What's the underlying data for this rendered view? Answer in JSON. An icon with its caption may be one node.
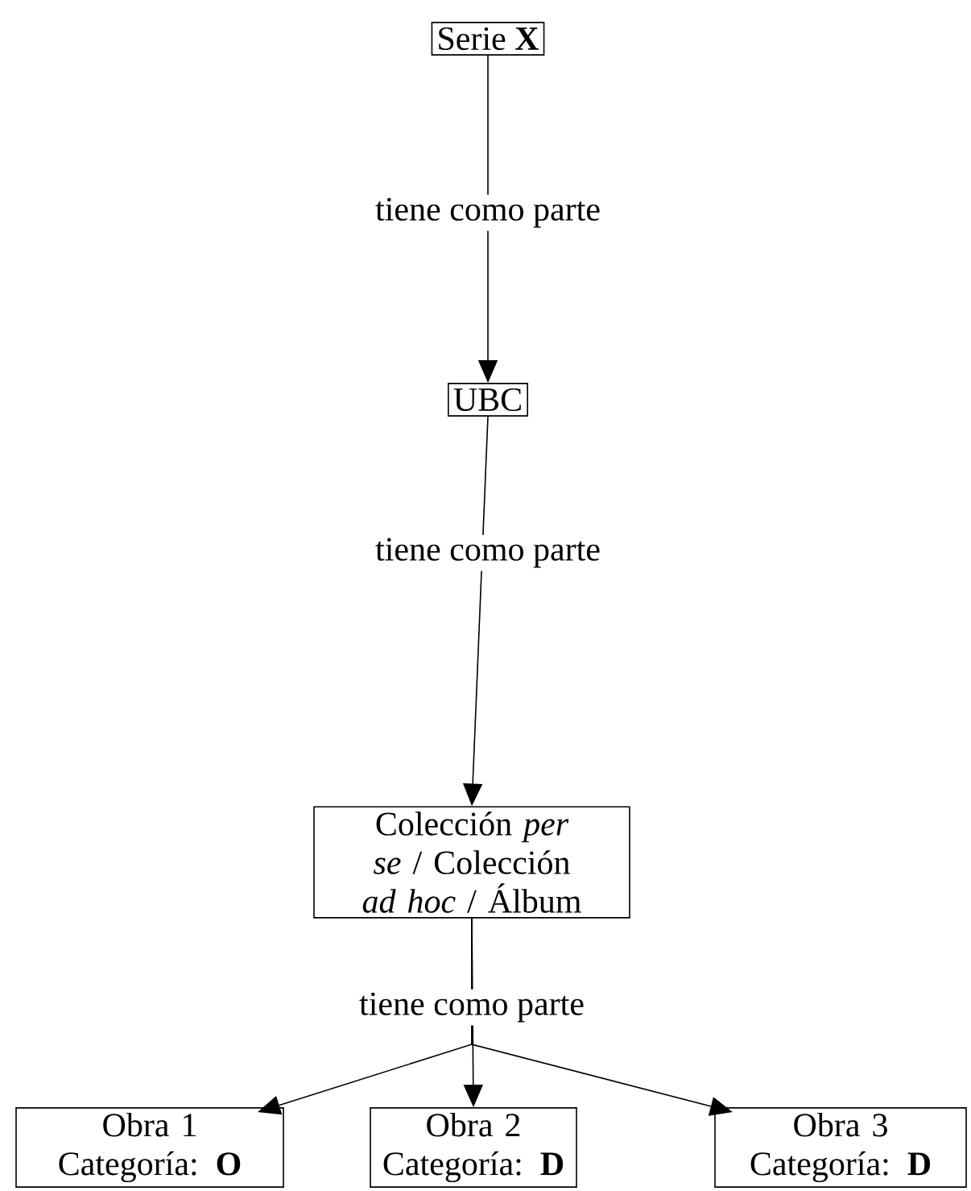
{
  "diagram": {
    "nodes": [
      {
        "text": [
          "Serie **X**"
        ]
      },
      {
        "text": [
          "UBC"
        ]
      },
      {
        "text": [
          "Colección *per se* / Colección *ad hoc* / Álbum"
        ]
      },
      {
        "text": [
          "Obra 1",
          "Categoría: **O**"
        ]
      },
      {
        "text": [
          "Obra 2",
          "Categoría: **D**"
        ]
      },
      {
        "text": [
          "Obra 3",
          "Categoría: **D**"
        ]
      }
    ],
    "edges": [
      {
        "from": 0,
        "to": 1,
        "arrow": "to",
        "label": "tiene como parte"
      },
      {
        "from": 1,
        "to": 2,
        "arrow": "to",
        "label": "tiene como parte"
      },
      {
        "from": 2,
        "to": 3,
        "arrow": "to"
      },
      {
        "from": 2,
        "to": 4,
        "arrow": "to",
        "label": "tiene como parte"
      },
      {
        "from": 2,
        "to": 5,
        "arrow": "to"
      }
    ]
  }
}
